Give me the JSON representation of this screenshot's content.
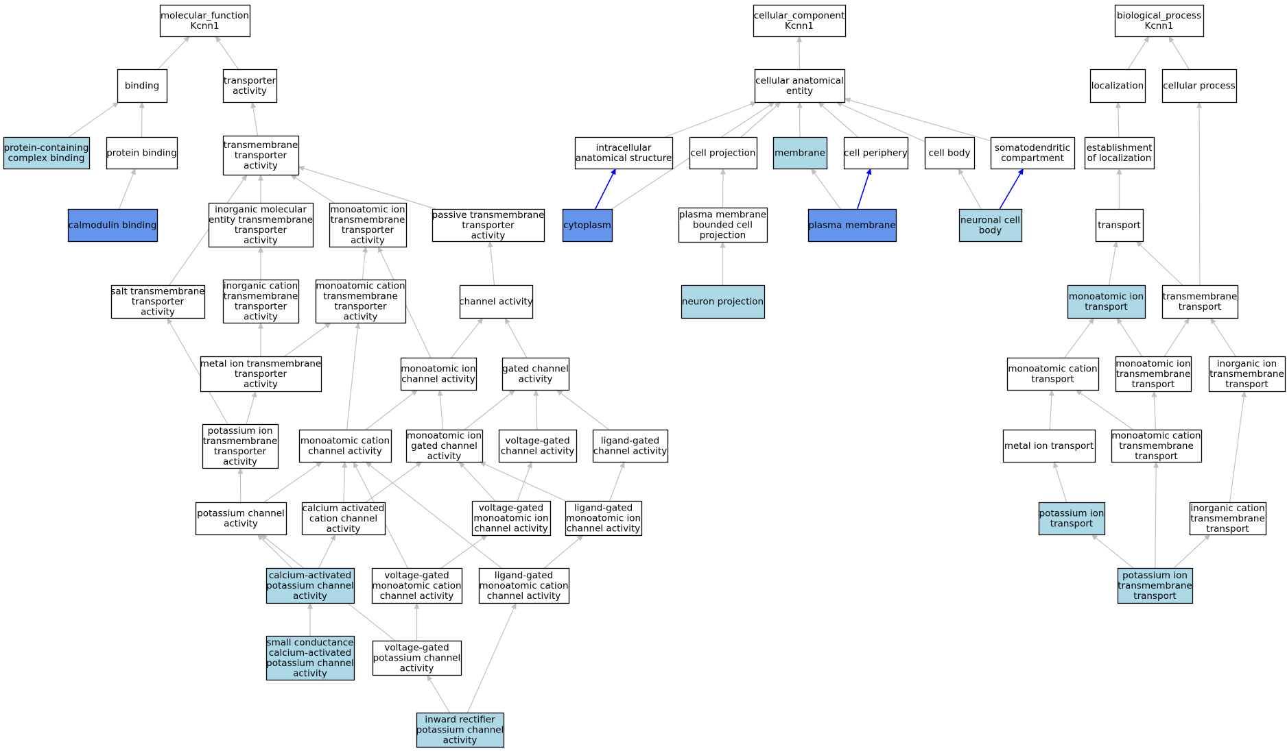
{
  "colors": {
    "node_default": "#ffffff",
    "node_light": "#add8e6",
    "node_dark": "#6495ed",
    "edge_default": "#c0c0c0",
    "edge_highlight": "#0000ff",
    "border": "#000000"
  },
  "nodes": [
    {
      "id": "mf",
      "lines": [
        "molecular_function",
        "Kcnn1"
      ],
      "style": "default"
    },
    {
      "id": "binding",
      "lines": [
        "binding"
      ],
      "style": "default"
    },
    {
      "id": "transporter_activity",
      "lines": [
        "transporter",
        "activity"
      ],
      "style": "default"
    },
    {
      "id": "protein_complex_binding",
      "lines": [
        "protein-containing",
        "complex binding"
      ],
      "style": "light"
    },
    {
      "id": "protein_binding",
      "lines": [
        "protein binding"
      ],
      "style": "default"
    },
    {
      "id": "calmodulin_binding",
      "lines": [
        "calmodulin binding"
      ],
      "style": "dark"
    },
    {
      "id": "tm_transporter",
      "lines": [
        "transmembrane",
        "transporter",
        "activity"
      ],
      "style": "default"
    },
    {
      "id": "inorg_mol_tm",
      "lines": [
        "inorganic molecular",
        "entity transmembrane",
        "transporter",
        "activity"
      ],
      "style": "default"
    },
    {
      "id": "mono_ion_tm",
      "lines": [
        "monoatomic ion",
        "transmembrane",
        "transporter",
        "activity"
      ],
      "style": "default"
    },
    {
      "id": "passive_tm",
      "lines": [
        "passive transmembrane",
        "transporter",
        "activity"
      ],
      "style": "default"
    },
    {
      "id": "salt_tm",
      "lines": [
        "salt transmembrane",
        "transporter",
        "activity"
      ],
      "style": "default"
    },
    {
      "id": "inorg_cation_tm_act",
      "lines": [
        "inorganic cation",
        "transmembrane",
        "transporter",
        "activity"
      ],
      "style": "default"
    },
    {
      "id": "mono_cation_tm_act",
      "lines": [
        "monoatomic cation",
        "transmembrane",
        "transporter",
        "activity"
      ],
      "style": "default"
    },
    {
      "id": "channel_activity",
      "lines": [
        "channel activity"
      ],
      "style": "default"
    },
    {
      "id": "metal_ion_tm_act",
      "lines": [
        "metal ion transmembrane",
        "transporter",
        "activity"
      ],
      "style": "default"
    },
    {
      "id": "mono_ion_channel",
      "lines": [
        "monoatomic ion",
        "channel activity"
      ],
      "style": "default"
    },
    {
      "id": "gated_channel",
      "lines": [
        "gated channel",
        "activity"
      ],
      "style": "default"
    },
    {
      "id": "k_ion_tm_act",
      "lines": [
        "potassium ion",
        "transmembrane",
        "transporter",
        "activity"
      ],
      "style": "default"
    },
    {
      "id": "mono_cation_channel",
      "lines": [
        "monoatomic cation",
        "channel activity"
      ],
      "style": "default"
    },
    {
      "id": "mono_ion_gated",
      "lines": [
        "monoatomic ion",
        "gated channel",
        "activity"
      ],
      "style": "default"
    },
    {
      "id": "vg_channel",
      "lines": [
        "voltage-gated",
        "channel activity"
      ],
      "style": "default"
    },
    {
      "id": "lg_channel",
      "lines": [
        "ligand-gated",
        "channel activity"
      ],
      "style": "default"
    },
    {
      "id": "k_channel",
      "lines": [
        "potassium channel",
        "activity"
      ],
      "style": "default"
    },
    {
      "id": "ca_act_cation",
      "lines": [
        "calcium activated",
        "cation channel",
        "activity"
      ],
      "style": "default"
    },
    {
      "id": "vg_mono_ion",
      "lines": [
        "voltage-gated",
        "monoatomic ion",
        "channel activity"
      ],
      "style": "default"
    },
    {
      "id": "lg_mono_ion",
      "lines": [
        "ligand-gated",
        "monoatomic ion",
        "channel activity"
      ],
      "style": "default"
    },
    {
      "id": "ca_act_k",
      "lines": [
        "calcium-activated",
        "potassium channel",
        "activity"
      ],
      "style": "light"
    },
    {
      "id": "vg_mono_cation",
      "lines": [
        "voltage-gated",
        "monoatomic cation",
        "channel activity"
      ],
      "style": "default"
    },
    {
      "id": "lg_mono_cation",
      "lines": [
        "ligand-gated",
        "monoatomic cation",
        "channel activity"
      ],
      "style": "default"
    },
    {
      "id": "small_cond",
      "lines": [
        "small conductance",
        "calcium-activated",
        "potassium channel",
        "activity"
      ],
      "style": "light"
    },
    {
      "id": "vg_k",
      "lines": [
        "voltage-gated",
        "potassium channel",
        "activity"
      ],
      "style": "default"
    },
    {
      "id": "inward_rect",
      "lines": [
        "inward rectifier",
        "potassium channel",
        "activity"
      ],
      "style": "light"
    },
    {
      "id": "cc",
      "lines": [
        "cellular_component",
        "Kcnn1"
      ],
      "style": "default"
    },
    {
      "id": "cae",
      "lines": [
        "cellular anatomical",
        "entity"
      ],
      "style": "default"
    },
    {
      "id": "intracellular",
      "lines": [
        "intracellular",
        "anatomical structure"
      ],
      "style": "default"
    },
    {
      "id": "cell_projection",
      "lines": [
        "cell projection"
      ],
      "style": "default"
    },
    {
      "id": "membrane",
      "lines": [
        "membrane"
      ],
      "style": "light"
    },
    {
      "id": "cell_periphery",
      "lines": [
        "cell periphery"
      ],
      "style": "default"
    },
    {
      "id": "cell_body",
      "lines": [
        "cell body"
      ],
      "style": "default"
    },
    {
      "id": "somatodendritic",
      "lines": [
        "somatodendritic",
        "compartment"
      ],
      "style": "default"
    },
    {
      "id": "cytoplasm",
      "lines": [
        "cytoplasm"
      ],
      "style": "dark"
    },
    {
      "id": "pm_bounded",
      "lines": [
        "plasma membrane",
        "bounded cell",
        "projection"
      ],
      "style": "default"
    },
    {
      "id": "plasma_membrane",
      "lines": [
        "plasma membrane"
      ],
      "style": "dark"
    },
    {
      "id": "neuronal_cell_body",
      "lines": [
        "neuronal cell",
        "body"
      ],
      "style": "light"
    },
    {
      "id": "neuron_projection",
      "lines": [
        "neuron projection"
      ],
      "style": "light"
    },
    {
      "id": "bp",
      "lines": [
        "biological_process",
        "Kcnn1"
      ],
      "style": "default"
    },
    {
      "id": "localization",
      "lines": [
        "localization"
      ],
      "style": "default"
    },
    {
      "id": "cellular_process",
      "lines": [
        "cellular process"
      ],
      "style": "default"
    },
    {
      "id": "estab_loc",
      "lines": [
        "establishment",
        "of localization"
      ],
      "style": "default"
    },
    {
      "id": "transport",
      "lines": [
        "transport"
      ],
      "style": "default"
    },
    {
      "id": "mono_ion_transport",
      "lines": [
        "monoatomic ion",
        "transport"
      ],
      "style": "light"
    },
    {
      "id": "tm_transport",
      "lines": [
        "transmembrane",
        "transport"
      ],
      "style": "default"
    },
    {
      "id": "mono_cation_transport",
      "lines": [
        "monoatomic cation",
        "transport"
      ],
      "style": "default"
    },
    {
      "id": "mono_ion_tm_transport",
      "lines": [
        "monoatomic ion",
        "transmembrane",
        "transport"
      ],
      "style": "default"
    },
    {
      "id": "inorg_ion_tm_transport",
      "lines": [
        "inorganic ion",
        "transmembrane",
        "transport"
      ],
      "style": "default"
    },
    {
      "id": "metal_ion_transport",
      "lines": [
        "metal ion transport"
      ],
      "style": "default"
    },
    {
      "id": "mono_cation_tm_transport",
      "lines": [
        "monoatomic cation",
        "transmembrane",
        "transport"
      ],
      "style": "default"
    },
    {
      "id": "k_ion_transport",
      "lines": [
        "potassium ion",
        "transport"
      ],
      "style": "light"
    },
    {
      "id": "inorg_cation_tm_transport",
      "lines": [
        "inorganic cation",
        "transmembrane",
        "transport"
      ],
      "style": "default"
    },
    {
      "id": "k_ion_tm_transport",
      "lines": [
        "potassium ion",
        "transmembrane",
        "transport"
      ],
      "style": "light"
    }
  ],
  "edges": [
    {
      "from": "binding",
      "to": "mf"
    },
    {
      "from": "transporter_activity",
      "to": "mf"
    },
    {
      "from": "protein_complex_binding",
      "to": "binding"
    },
    {
      "from": "protein_binding",
      "to": "binding"
    },
    {
      "from": "calmodulin_binding",
      "to": "protein_binding"
    },
    {
      "from": "tm_transporter",
      "to": "transporter_activity"
    },
    {
      "from": "inorg_mol_tm",
      "to": "tm_transporter"
    },
    {
      "from": "mono_ion_tm",
      "to": "tm_transporter"
    },
    {
      "from": "passive_tm",
      "to": "tm_transporter"
    },
    {
      "from": "salt_tm",
      "to": "tm_transporter"
    },
    {
      "from": "inorg_cation_tm_act",
      "to": "inorg_mol_tm"
    },
    {
      "from": "mono_cation_tm_act",
      "to": "mono_ion_tm"
    },
    {
      "from": "mono_ion_channel",
      "to": "mono_ion_tm"
    },
    {
      "from": "channel_activity",
      "to": "passive_tm"
    },
    {
      "from": "metal_ion_tm_act",
      "to": "inorg_cation_tm_act"
    },
    {
      "from": "metal_ion_tm_act",
      "to": "mono_cation_tm_act"
    },
    {
      "from": "mono_ion_channel",
      "to": "channel_activity"
    },
    {
      "from": "gated_channel",
      "to": "channel_activity"
    },
    {
      "from": "k_ion_tm_act",
      "to": "salt_tm"
    },
    {
      "from": "k_ion_tm_act",
      "to": "metal_ion_tm_act"
    },
    {
      "from": "mono_cation_channel",
      "to": "mono_cation_tm_act"
    },
    {
      "from": "mono_cation_channel",
      "to": "mono_ion_channel"
    },
    {
      "from": "mono_ion_gated",
      "to": "mono_ion_channel"
    },
    {
      "from": "mono_ion_gated",
      "to": "gated_channel"
    },
    {
      "from": "vg_channel",
      "to": "gated_channel"
    },
    {
      "from": "lg_channel",
      "to": "gated_channel"
    },
    {
      "from": "k_channel",
      "to": "k_ion_tm_act"
    },
    {
      "from": "k_channel",
      "to": "mono_cation_channel"
    },
    {
      "from": "ca_act_cation",
      "to": "mono_cation_channel"
    },
    {
      "from": "ca_act_cation",
      "to": "mono_ion_gated"
    },
    {
      "from": "vg_mono_ion",
      "to": "mono_ion_gated"
    },
    {
      "from": "vg_mono_ion",
      "to": "vg_channel"
    },
    {
      "from": "lg_mono_ion",
      "to": "mono_ion_gated"
    },
    {
      "from": "lg_mono_ion",
      "to": "lg_channel"
    },
    {
      "from": "ca_act_k",
      "to": "k_channel"
    },
    {
      "from": "ca_act_k",
      "to": "ca_act_cation"
    },
    {
      "from": "vg_mono_cation",
      "to": "mono_cation_channel"
    },
    {
      "from": "vg_mono_cation",
      "to": "vg_mono_ion"
    },
    {
      "from": "lg_mono_cation",
      "to": "mono_cation_channel"
    },
    {
      "from": "lg_mono_cation",
      "to": "lg_mono_ion"
    },
    {
      "from": "small_cond",
      "to": "ca_act_k"
    },
    {
      "from": "vg_k",
      "to": "k_channel"
    },
    {
      "from": "vg_k",
      "to": "vg_mono_cation"
    },
    {
      "from": "inward_rect",
      "to": "vg_k"
    },
    {
      "from": "inward_rect",
      "to": "lg_mono_cation"
    },
    {
      "from": "cae",
      "to": "cc"
    },
    {
      "from": "intracellular",
      "to": "cae"
    },
    {
      "from": "cell_projection",
      "to": "cae"
    },
    {
      "from": "membrane",
      "to": "cae"
    },
    {
      "from": "cell_periphery",
      "to": "cae"
    },
    {
      "from": "cell_body",
      "to": "cae"
    },
    {
      "from": "somatodendritic",
      "to": "cae"
    },
    {
      "from": "cytoplasm",
      "to": "cae"
    },
    {
      "from": "cytoplasm",
      "to": "intracellular",
      "highlight": true
    },
    {
      "from": "pm_bounded",
      "to": "cell_projection"
    },
    {
      "from": "plasma_membrane",
      "to": "membrane"
    },
    {
      "from": "plasma_membrane",
      "to": "cell_periphery",
      "highlight": true
    },
    {
      "from": "neuronal_cell_body",
      "to": "cell_body"
    },
    {
      "from": "neuronal_cell_body",
      "to": "somatodendritic",
      "highlight": true
    },
    {
      "from": "neuron_projection",
      "to": "pm_bounded"
    },
    {
      "from": "localization",
      "to": "bp"
    },
    {
      "from": "cellular_process",
      "to": "bp"
    },
    {
      "from": "estab_loc",
      "to": "localization"
    },
    {
      "from": "transport",
      "to": "estab_loc"
    },
    {
      "from": "mono_ion_transport",
      "to": "transport"
    },
    {
      "from": "tm_transport",
      "to": "transport"
    },
    {
      "from": "tm_transport",
      "to": "cellular_process"
    },
    {
      "from": "mono_cation_transport",
      "to": "mono_ion_transport"
    },
    {
      "from": "mono_ion_tm_transport",
      "to": "mono_ion_transport"
    },
    {
      "from": "mono_ion_tm_transport",
      "to": "tm_transport"
    },
    {
      "from": "inorg_ion_tm_transport",
      "to": "tm_transport"
    },
    {
      "from": "metal_ion_transport",
      "to": "mono_cation_transport"
    },
    {
      "from": "mono_cation_tm_transport",
      "to": "mono_cation_transport"
    },
    {
      "from": "mono_cation_tm_transport",
      "to": "mono_ion_tm_transport"
    },
    {
      "from": "k_ion_transport",
      "to": "metal_ion_transport"
    },
    {
      "from": "inorg_cation_tm_transport",
      "to": "inorg_ion_tm_transport"
    },
    {
      "from": "k_ion_tm_transport",
      "to": "k_ion_transport"
    },
    {
      "from": "k_ion_tm_transport",
      "to": "mono_cation_tm_transport"
    },
    {
      "from": "k_ion_tm_transport",
      "to": "inorg_cation_tm_transport"
    }
  ]
}
